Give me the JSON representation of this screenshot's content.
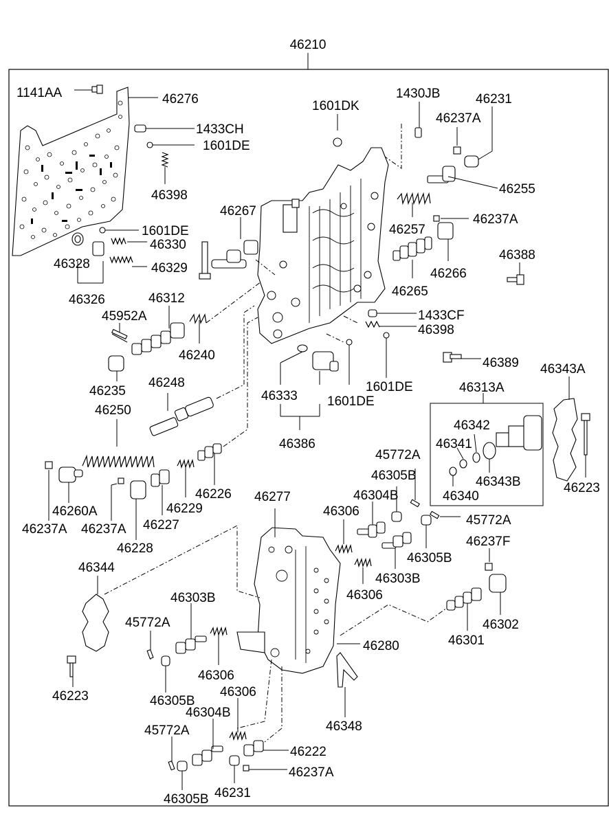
{
  "diagram": {
    "assembly_number": "46210",
    "labels": {
      "l1141AA": "1141AA",
      "l46276": "46276",
      "l1433CH": "1433CH",
      "l1601DE_a": "1601DE",
      "l46398_a": "46398",
      "l1601DE_b": "1601DE",
      "l46330": "46330",
      "l46328": "46328",
      "l46329": "46329",
      "l46326": "46326",
      "l1601DK": "1601DK",
      "l1430JB": "1430JB",
      "l46231_a": "46231",
      "l46237A_a": "46237A",
      "l46255": "46255",
      "l46267": "46267",
      "l46257": "46257",
      "l46237A_b": "46237A",
      "l46388": "46388",
      "l46266": "46266",
      "l46265": "46265",
      "l46312": "46312",
      "l45952A": "45952A",
      "l46240": "46240",
      "l1433CF": "1433CF",
      "l46398_b": "46398",
      "l46389": "46389",
      "l46235": "46235",
      "l46333": "46333",
      "l1601DE_c": "1601DE",
      "l1601DE_d": "1601DE",
      "l46343A": "46343A",
      "l46248": "46248",
      "l46313A": "46313A",
      "l46250": "46250",
      "l46386": "46386",
      "l46342": "46342",
      "l46341": "46341",
      "l46343B": "46343B",
      "l46340": "46340",
      "l46223_a": "46223",
      "l45772A_a": "45772A",
      "l46305B_a": "46305B",
      "l46304B_a": "46304B",
      "l46306_a": "46306",
      "l45772A_b": "45772A",
      "l46260A": "46260A",
      "l46226": "46226",
      "l46277": "46277",
      "l46229": "46229",
      "l46227": "46227",
      "l46237A_c": "46237A",
      "l46237A_d": "46237A",
      "l46228": "46228",
      "l46305B_b": "46305B",
      "l46237F": "46237F",
      "l46344": "46344",
      "l46303B_a": "46303B",
      "l46306_b": "46306",
      "l46303B_b": "46303B",
      "l46302": "46302",
      "l45772A_c": "45772A",
      "l46301": "46301",
      "l46280": "46280",
      "l46306_c": "46306",
      "l46223_b": "46223",
      "l46305B_c": "46305B",
      "l46306_d": "46306",
      "l46304B_b": "46304B",
      "l46348": "46348",
      "l45772A_d": "45772A",
      "l46222": "46222",
      "l46237A_e": "46237A",
      "l46305B_d": "46305B",
      "l46231_b": "46231"
    }
  }
}
